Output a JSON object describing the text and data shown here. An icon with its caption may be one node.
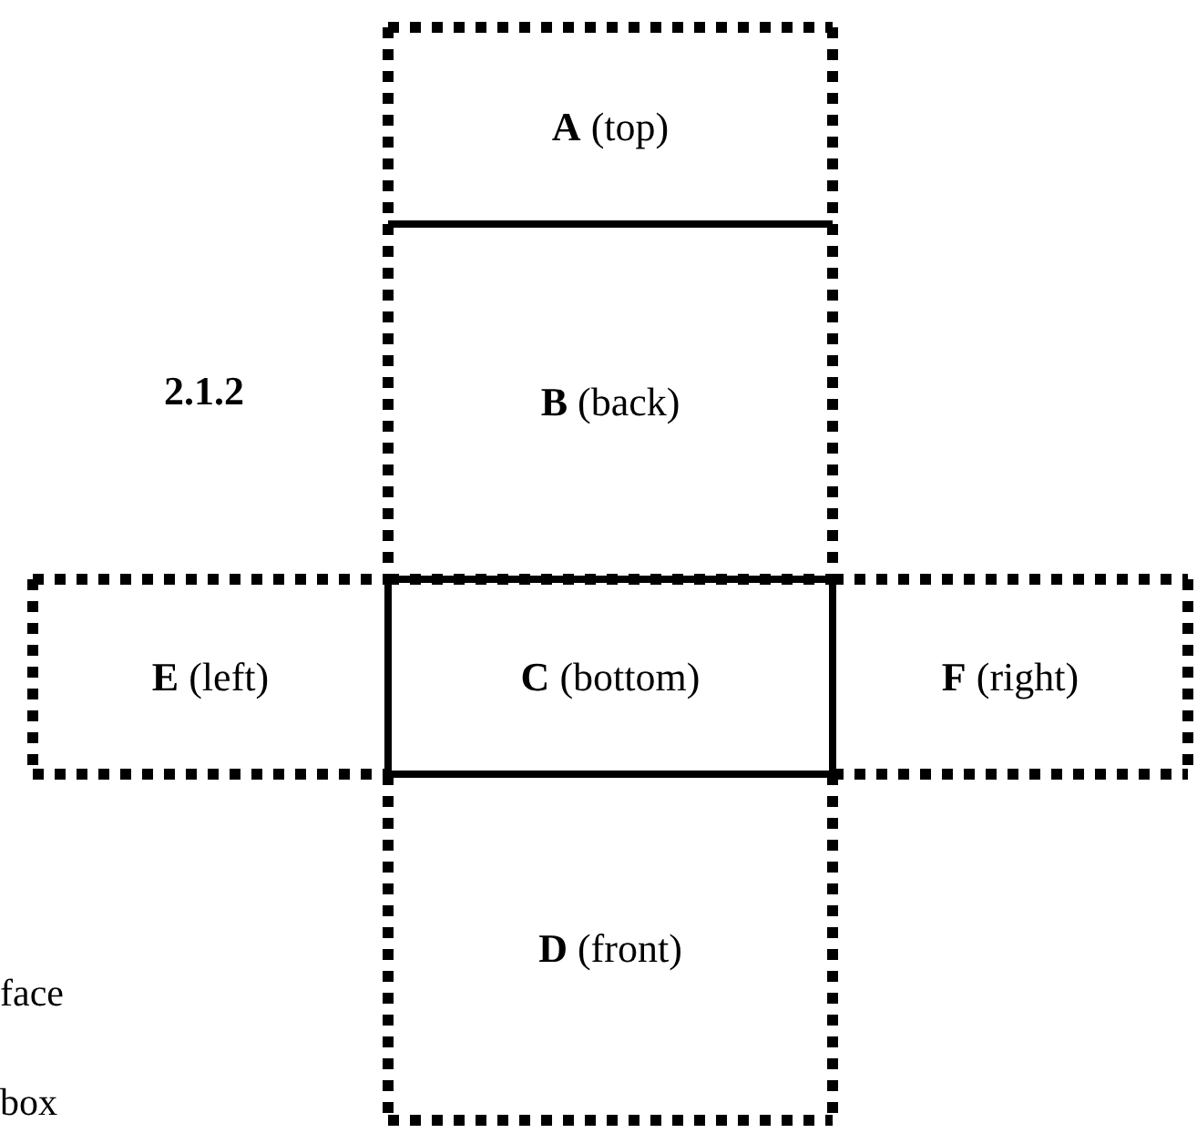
{
  "diagram": {
    "nodes": [
      {
        "text": [
          "**A** (top)"
        ]
      },
      {
        "text": [
          "**B** (back)"
        ]
      },
      {
        "text": [
          "**E** (left)"
        ]
      },
      {
        "text": [
          "**C** (bottom)"
        ]
      },
      {
        "text": [
          "**F** (right)"
        ]
      },
      {
        "text": [
          "**D** (front)"
        ]
      }
    ],
    "labels": [
      "2.1.2",
      "face",
      "box"
    ]
  }
}
